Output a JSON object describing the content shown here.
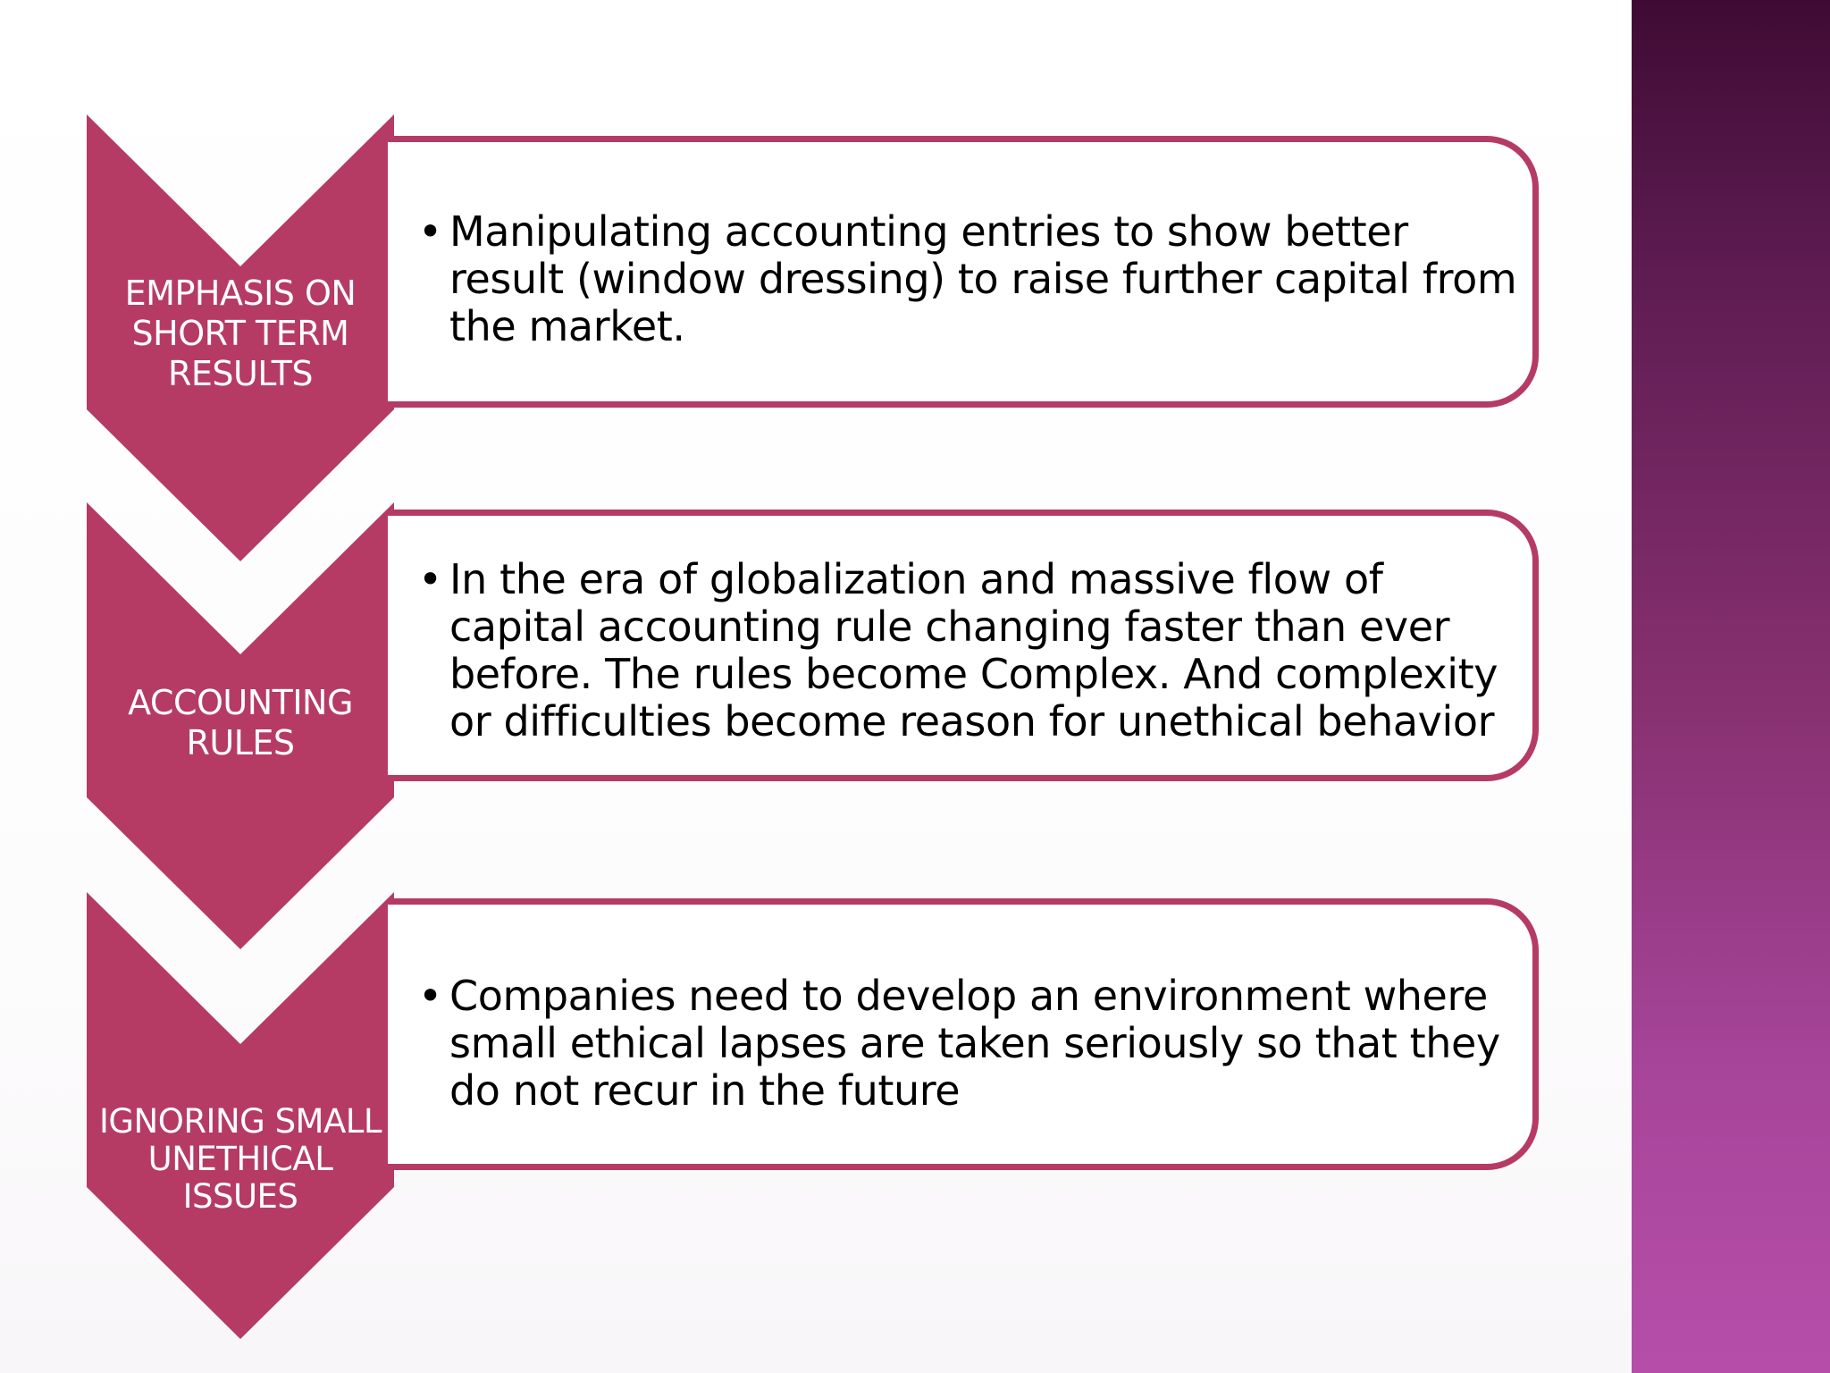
{
  "colors": {
    "chevron_fill": "#b53b65",
    "card_border": "#b53b65",
    "side_band_top": "#3f0b34",
    "side_band_bottom": "#b64ea9"
  },
  "items": [
    {
      "label": "EMPHASIS ON\nSHORT TERM\nRESULTS",
      "bullet": "•",
      "text": "Manipulating accounting entries to show better result (window dressing) to raise further capital from the market."
    },
    {
      "label": "ACCOUNTING\nRULES",
      "bullet": "•",
      "text": "In the era of globalization and massive flow of capital accounting rule changing faster than ever before. The rules become Complex. And complexity or difficulties become reason for unethical behavior"
    },
    {
      "label": "IGNORING SMALL\nUNETHICAL ISSUES",
      "bullet": "•",
      "text": "Companies need to develop an environment where small ethical lapses are taken seriously so that they do not recur in the future"
    }
  ]
}
